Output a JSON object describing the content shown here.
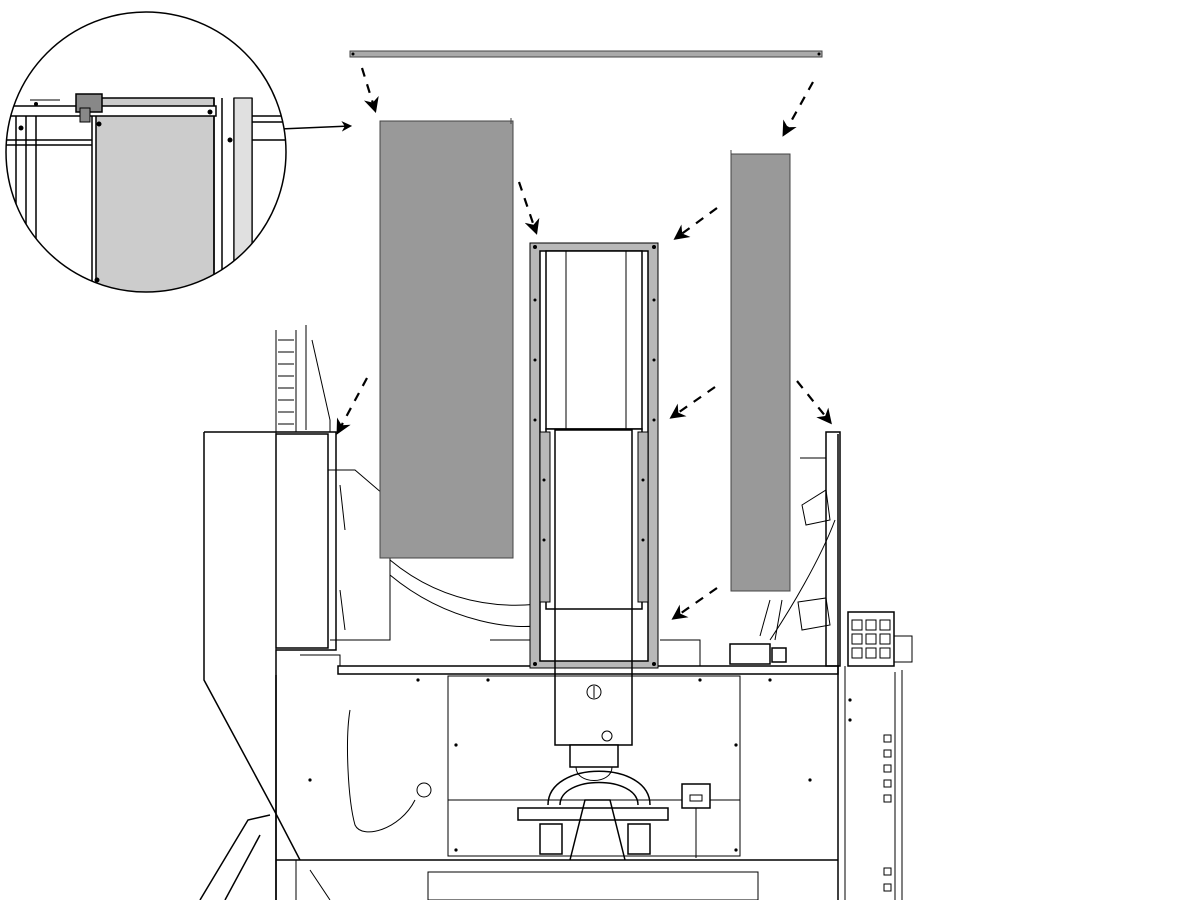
{
  "diagram": {
    "kind": "exploded-assembly-illustration",
    "labels": [],
    "colors": {
      "panel_fill": "#999999",
      "detail_panel_fill": "#cccccc",
      "line": "#000000",
      "background": "#ffffff"
    },
    "parts": [
      {
        "id": "top-trim-strip"
      },
      {
        "id": "left-side-panel"
      },
      {
        "id": "right-side-panel"
      },
      {
        "id": "center-column-frame"
      },
      {
        "id": "detail-magnifier"
      }
    ],
    "arrows": [
      {
        "from": "top-trim-strip",
        "to": "left-side-panel"
      },
      {
        "from": "top-trim-strip",
        "to": "right-side-panel"
      },
      {
        "from": "left-side-panel",
        "to": "center-column-frame"
      },
      {
        "from": "right-side-panel",
        "to": "center-column-frame"
      },
      {
        "from": "left-side-panel",
        "to": "machine-left-housing"
      },
      {
        "from": "right-side-panel",
        "to": "machine-right-housing"
      },
      {
        "from": "detail-magnifier",
        "to": "left-side-panel"
      }
    ]
  }
}
